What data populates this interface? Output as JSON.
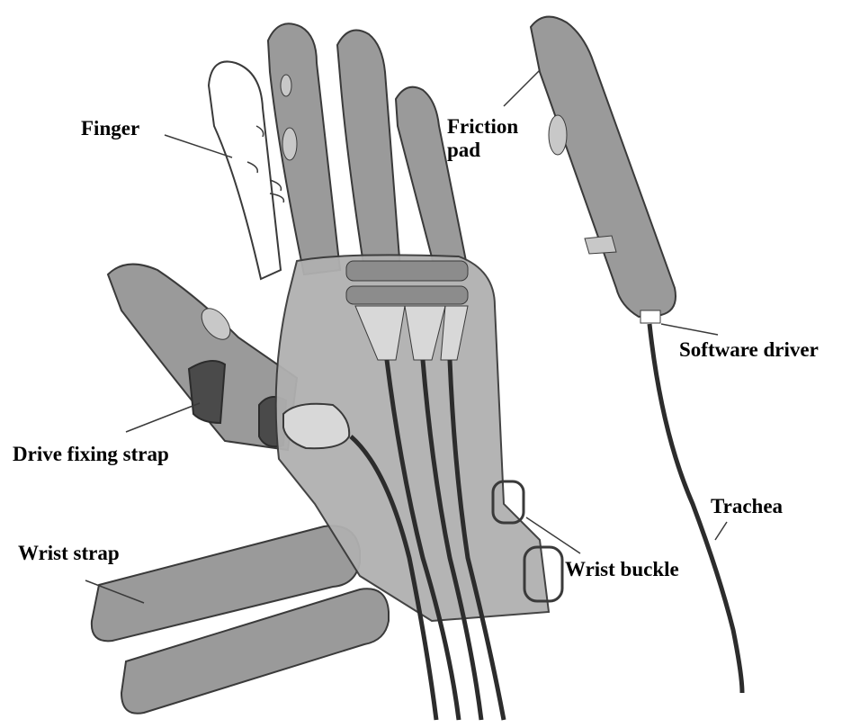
{
  "labels": {
    "finger": "Finger",
    "friction_pad": "Friction pad",
    "software_driver": "Software driver",
    "drive_fixing_strap": "Drive fixing strap",
    "trachea": "Trachea",
    "wrist_strap": "Wrist strap",
    "wrist_buckle": "Wrist buckle"
  },
  "colors": {
    "glove": "#9a9a9a",
    "glove_light": "#c8c8c8",
    "outline": "#3a3a3a",
    "strap": "#4a4a4a",
    "tube": "#2c2c2c",
    "finger_bare": "#ffffff"
  }
}
